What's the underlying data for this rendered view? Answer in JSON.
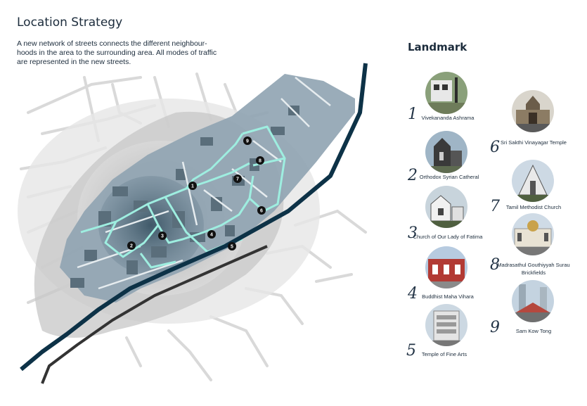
{
  "header": {
    "title": "Location Strategy",
    "description": "A new network of streets connects the different neighbour-hoods in the area to the surrounding area. All modes of traffic are represented in the new streets."
  },
  "map": {
    "markers": [
      "1",
      "2",
      "3",
      "4",
      "5",
      "6",
      "7",
      "8",
      "9"
    ],
    "colors": {
      "district": "#8fa3b1",
      "street": "#9eeee0",
      "river": "#0d3247",
      "road": "#333333",
      "halo": "#c9c9c9"
    }
  },
  "landmarks": {
    "title": "Landmark",
    "items": [
      {
        "number": "1",
        "name": "Vivekananda Ashrama"
      },
      {
        "number": "2",
        "name": "Orthodox Syrian Catheral"
      },
      {
        "number": "3",
        "name": "Church of Our Lady of Fatima"
      },
      {
        "number": "4",
        "name": "Buddhist Maha Vihara"
      },
      {
        "number": "5",
        "name": "Temple of Fine Arts"
      },
      {
        "number": "6",
        "name": "Sri Sakthi Vinayagar Temple"
      },
      {
        "number": "7",
        "name": "Tamil Methodist Church"
      },
      {
        "number": "8",
        "name": "Madrasathul Gouthiyyah Surau Brickfields"
      },
      {
        "number": "9",
        "name": "Sam Kow Tong"
      }
    ]
  }
}
